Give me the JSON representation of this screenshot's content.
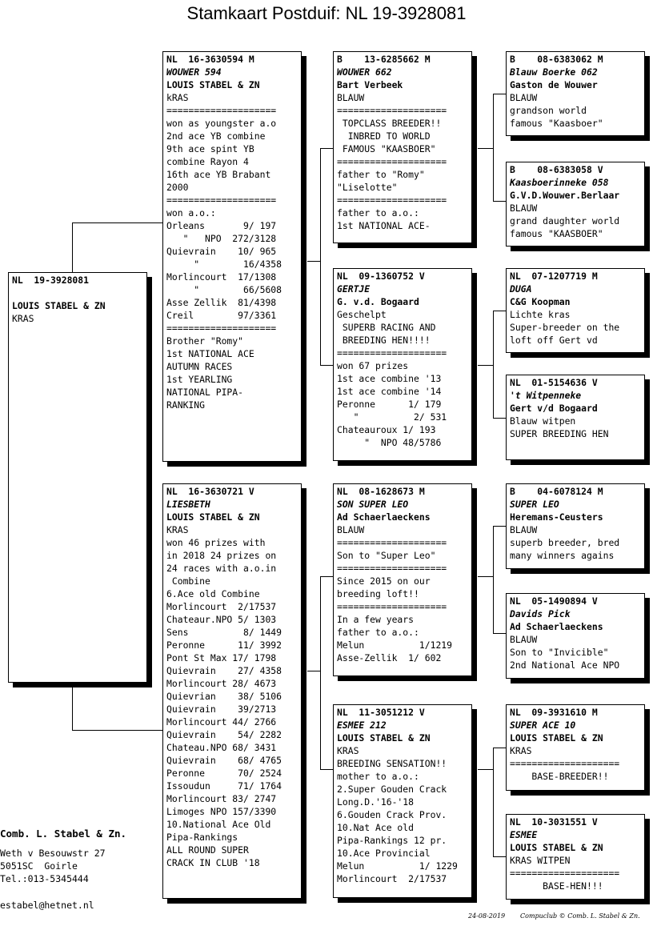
{
  "title": "Stamkaart Postduif: NL  19-3928081",
  "subject": {
    "ring": "NL  19-3928081",
    "owner": "LOUIS STABEL & ZN",
    "color": "KRAS"
  },
  "sire": {
    "ring": "NL  16-3630594 M",
    "name": "WOUWER 594",
    "breeder": "LOUIS STABEL & ZN",
    "color": "kRAS",
    "lines": [
      "====================",
      "won as youngster a.o",
      "2nd ace YB combine",
      "9th ace spint YB",
      "combine Rayon 4",
      "16th ace YB Brabant",
      "2000",
      "====================",
      "won a.o.:",
      "Orleans       9/ 197",
      "   \"   NPO  272/3128",
      "Quievrain    10/ 965",
      "     \"        16/4358",
      "Morlincourt  17/1308",
      "     \"        66/5608",
      "Asse Zellik  81/4398",
      "Creil        97/3361",
      "====================",
      "Brother \"Romy\"",
      "1st NATIONAL ACE",
      "AUTUMN RACES",
      "1st YEARLING",
      "NATIONAL PIPA-",
      "RANKING"
    ]
  },
  "dam": {
    "ring": "NL  16-3630721 V",
    "name": "LIESBETH",
    "breeder": "LOUIS STABEL & ZN",
    "color": "KRAS",
    "lines": [
      "won 46 prizes with",
      "in 2018 24 prizes on",
      "24 races with a.o.in",
      " Combine",
      "6.Ace old Combine",
      "Morlincourt  2/17537",
      "Chateaur.NPO 5/ 1303",
      "Sens          8/ 1449",
      "Peronne      11/ 3992",
      "Pont St Max 17/ 1798",
      "Quievrain    27/ 4358",
      "Morlincourt 28/ 4673",
      "Quievrian    38/ 5106",
      "Quievrain    39/2713",
      "Morlincourt 44/ 2766",
      "Quievrain    54/ 2282",
      "Chateau.NPO 68/ 3431",
      "Quievrain    68/ 4765",
      "Peronne      70/ 2524",
      "Issoudun     71/ 1764",
      "Morlincourt 83/ 2747",
      "Limoges NPO 157/3390",
      "10.National Ace Old",
      "Pipa-Rankings",
      "ALL ROUND SUPER",
      "CRACK IN CLUB '18"
    ]
  },
  "ss": {
    "ring": "B    13-6285662 M",
    "name": "WOUWER 662",
    "breeder": "Bart Verbeek",
    "color": "BLAUW",
    "lines": [
      "====================",
      " TOPCLASS BREEDER!!",
      "  INBRED TO WORLD",
      " FAMOUS \"KAASBOER\"",
      "====================",
      "father to \"Romy\"",
      "\"Liselotte\"",
      "====================",
      "father to a.o.:",
      "1st NATIONAL ACE-"
    ]
  },
  "sd": {
    "ring": "NL  09-1360752 V",
    "name": "GERTJE",
    "breeder": "G. v.d. Bogaard",
    "color": "Geschelpt",
    "lines": [
      " SUPERB RACING AND",
      " BREEDING HEN!!!!",
      "====================",
      "won 67 prizes",
      "1st ace combine '13",
      "1st ace combine '14",
      "Peronne      1/ 179",
      "   \"          2/ 531",
      "Chateauroux 1/ 193",
      "     \"  NPO 48/5786"
    ]
  },
  "ds": {
    "ring": "NL  08-1628673 M",
    "name": "SON SUPER LEO",
    "breeder": "Ad Schaerlaeckens",
    "color": "BLAUW",
    "lines": [
      "====================",
      "Son to \"Super Leo\"",
      "====================",
      "Since 2015 on our",
      "breeding loft!!",
      "====================",
      "In a few years",
      "father to a.o.:",
      "Melun          1/1219",
      "Asse-Zellik  1/ 602"
    ]
  },
  "dd": {
    "ring": "NL  11-3051212 V",
    "name": "ESMEE 212",
    "breeder": "LOUIS STABEL & ZN",
    "color": "KRAS",
    "lines": [
      "BREEDING SENSATION!!",
      "mother to a.o.:",
      "2.Super Gouden Crack",
      "Long.D.'16-'18",
      "6.Gouden Crack Prov.",
      "10.Nat Ace old",
      "Pipa-Rankings 12 pr.",
      "10.Ace Provincial",
      "Melun          1/ 1229",
      "Morlincourt  2/17537"
    ]
  },
  "sss": {
    "ring": "B    08-6383062 M",
    "name": "Blauw Boerke 062",
    "breeder": "Gaston de Wouwer",
    "color": "BLAUW",
    "lines": [
      "grandson world",
      "famous \"Kaasboer\""
    ]
  },
  "ssd": {
    "ring": "B    08-6383058 V",
    "name": "Kaasboerinneke 058",
    "breeder": "G.V.D.Wouwer.Berlaar",
    "color": "BLAUW",
    "lines": [
      "grand daughter world",
      "famous \"KAASBOER\""
    ]
  },
  "sds": {
    "ring": "NL  07-1207719 M",
    "name": "DUGA",
    "breeder": "C&G Koopman",
    "color": "Lichte kras",
    "lines": [
      "Super-breeder on the",
      "loft off Gert vd"
    ]
  },
  "sdd": {
    "ring": "NL  01-5154636 V",
    "name": "'t Witpenneke",
    "breeder": "Gert v/d Bogaard",
    "color": "Blauw witpen",
    "lines": [
      "SUPER BREEDING HEN"
    ]
  },
  "dss": {
    "ring": "B    04-6078124 M",
    "name": "SUPER LEO",
    "breeder": "Heremans-Ceusters",
    "color": "BLAUW",
    "lines": [
      "superb breeder, bred",
      "many winners agains"
    ]
  },
  "dsd": {
    "ring": "NL  05-1490894 V",
    "name": "Davids Pick",
    "breeder": "Ad Schaerlaeckens",
    "color": "BLAUW",
    "lines": [
      "Son to \"Invicible\"",
      "2nd National Ace NPO"
    ]
  },
  "dds": {
    "ring": "NL  09-3931610 M",
    "name": "SUPER ACE 10",
    "breeder": "LOUIS STABEL & ZN",
    "color": "KRAS",
    "lines": [
      "====================",
      "    BASE-BREEDER!!"
    ]
  },
  "ddd": {
    "ring": "NL  10-3031551 V",
    "name": "ESMEE",
    "breeder": "LOUIS STABEL & ZN",
    "color": "KRAS WITPEN",
    "lines": [
      "====================",
      "      BASE-HEN!!!"
    ]
  },
  "footer": {
    "company": "Comb. L. Stabel & Zn.",
    "street": "Weth v Besouwstr 27",
    "city": "5051SC  Goirle",
    "tel": "Tel.:013-5345444",
    "email": "estabel@hetnet.nl",
    "date": "24-08-2019",
    "credit": "Compuclub © Comb. L. Stabel & Zn."
  }
}
